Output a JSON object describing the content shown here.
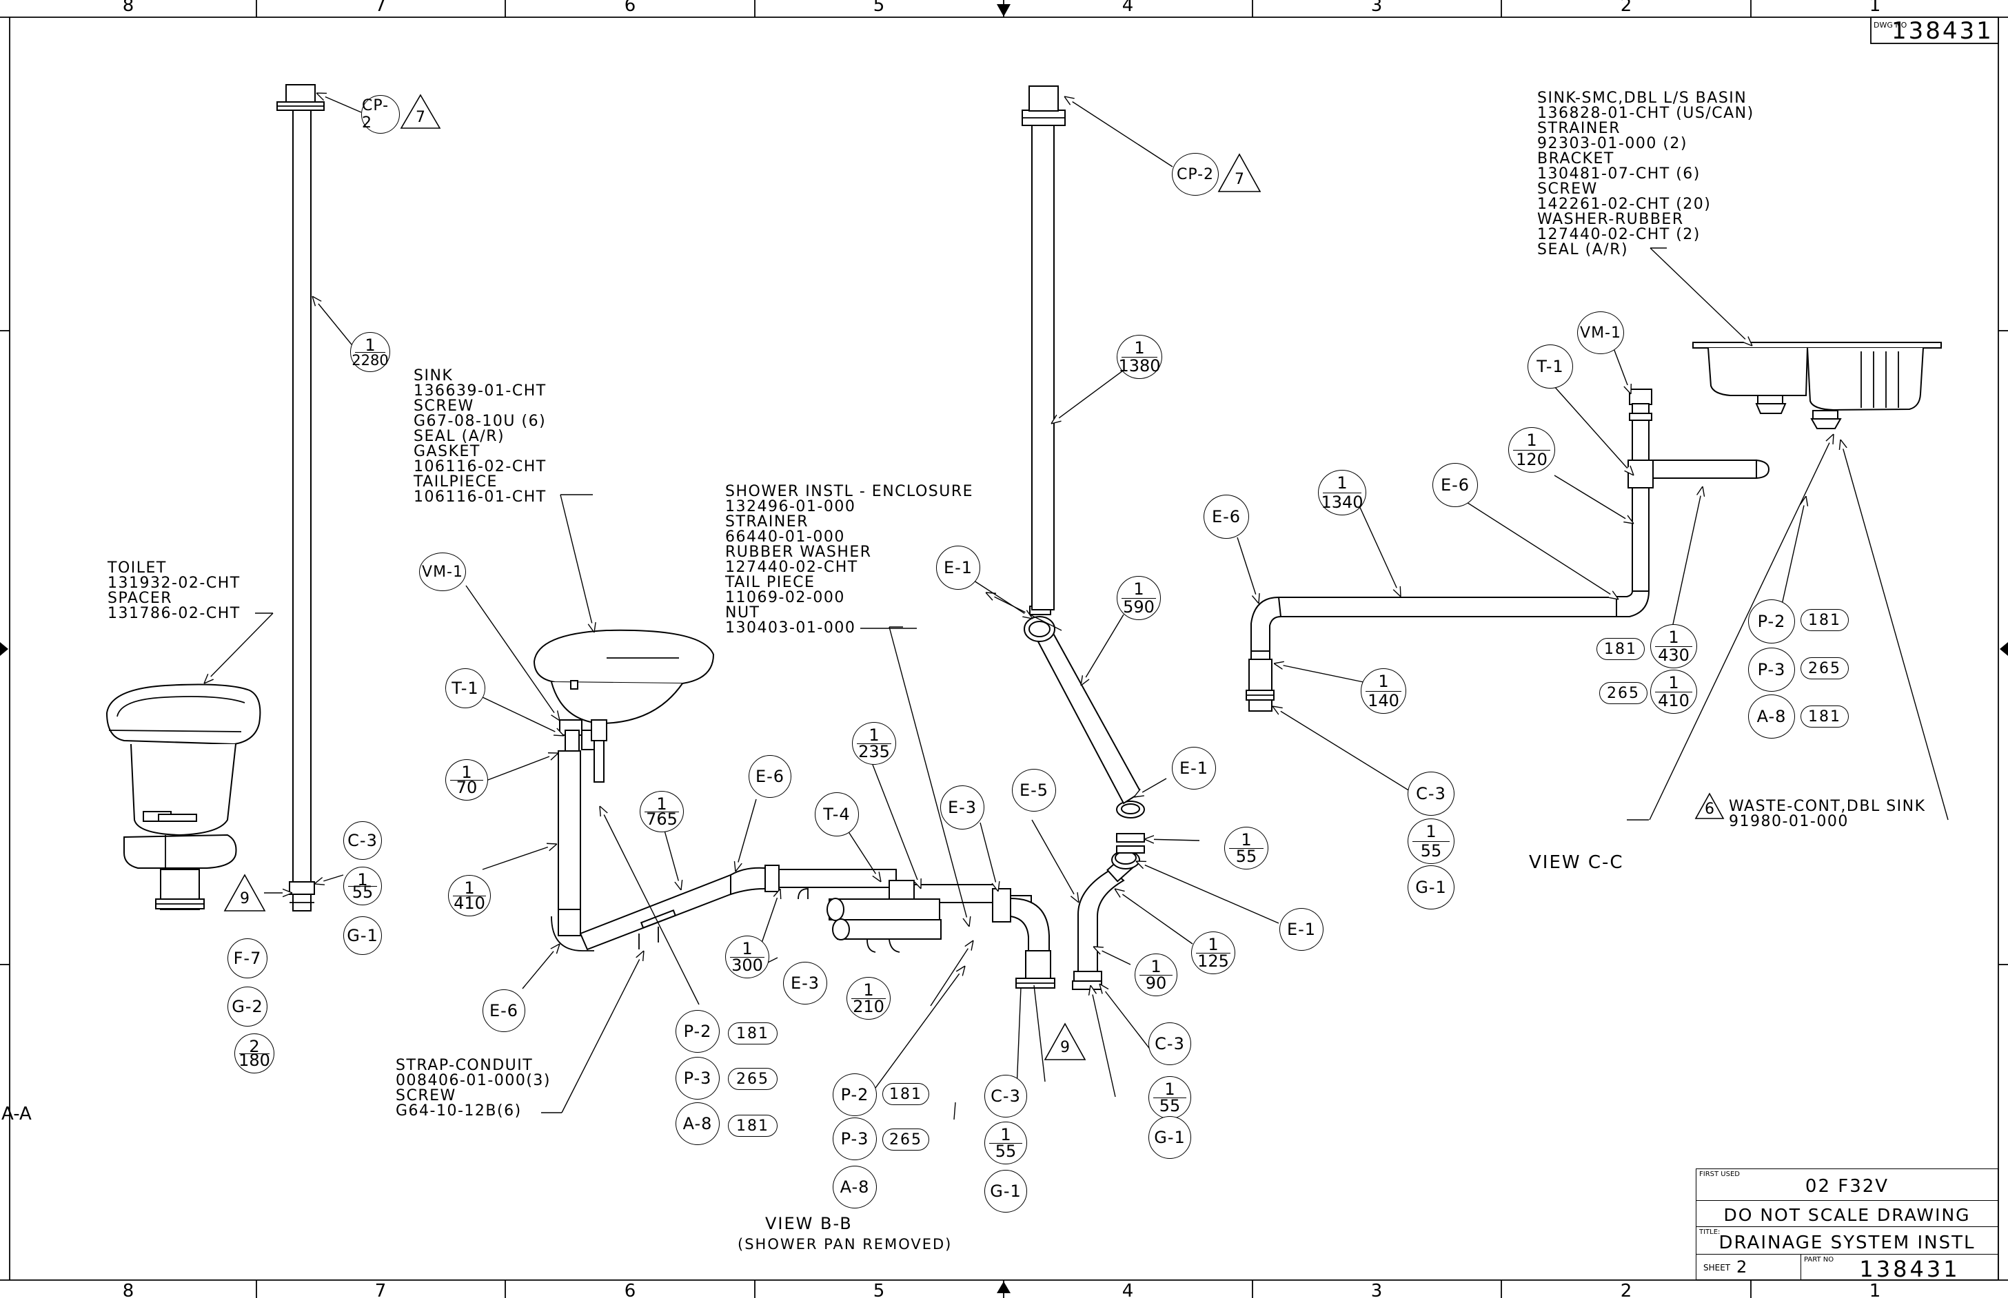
{
  "drawing": {
    "dwg_no_label": "DWG NO",
    "dwg_no": "138431",
    "zones_top": [
      "8",
      "7",
      "6",
      "5",
      "4",
      "3",
      "2",
      "1"
    ],
    "zones_bottom": [
      "8",
      "7",
      "6",
      "5",
      "4",
      "3",
      "2",
      "1"
    ],
    "side_letter_left": "A-A"
  },
  "notes": {
    "toilet": [
      "TOILET",
      "131932-02-CHT",
      "SPACER",
      "131786-02-CHT"
    ],
    "sink": [
      "SINK",
      "136639-01-CHT",
      "SCREW",
      "G67-08-10U (6)",
      "SEAL (A/R)",
      "GASKET",
      "106116-02-CHT",
      "TAILPIECE",
      "106116-01-CHT"
    ],
    "shower": [
      "SHOWER INSTL - ENCLOSURE",
      "132496-01-000",
      "STRAINER",
      "66440-01-000",
      "RUBBER WASHER",
      "127440-02-CHT",
      "TAIL PIECE",
      "11069-02-000",
      "NUT",
      "130403-01-000"
    ],
    "strap": [
      "STRAP-CONDUIT",
      "008406-01-000(3)",
      "SCREW",
      "G64-10-12B(6)"
    ],
    "dbl_sink": [
      "SINK-SMC,DBL L/S BASIN",
      "136828-01-CHT (US/CAN)",
      "STRAINER",
      "92303-01-000 (2)",
      "BRACKET",
      "130481-07-CHT (6)",
      "SCREW",
      "142261-02-CHT (20)",
      "WASHER-RUBBER",
      "127440-02-CHT (2)",
      "SEAL (A/R)"
    ],
    "waste": [
      "WASTE-CONT,DBL SINK",
      "91980-01-000"
    ],
    "waste_flag": "6"
  },
  "views": {
    "bb_title": "VIEW B-B",
    "bb_sub": "(SHOWER PAN REMOVED)",
    "cc_title": "VIEW C-C"
  },
  "bubbles": {
    "cp2_a": "CP-2",
    "flag7_a": "7",
    "pipe2280_n": "1",
    "pipe2280_l": "2280",
    "c3_a": "C-3",
    "p55_a_n": "1",
    "p55_a_l": "55",
    "g1_a": "G-1",
    "flag9_a": "9",
    "f7": "F-7",
    "g2": "G-2",
    "p180_n": "2",
    "p180_l": "180",
    "vm1_a": "VM-1",
    "t1_a": "T-1",
    "p70_n": "1",
    "p70_l": "70",
    "p410_a_n": "1",
    "p410_a_l": "410",
    "e6_a": "E-6",
    "p765_n": "1",
    "p765_l": "765",
    "e6_b": "E-6",
    "p235_n": "1",
    "p235_l": "235",
    "t4": "T-4",
    "e3_a": "E-3",
    "e5": "E-5",
    "p300_n": "1",
    "p300_l": "300",
    "e3_b": "E-3",
    "p210_n": "1",
    "p210_l": "210",
    "p2_a": "P-2",
    "p2_a_tag": "181",
    "p3_a": "P-3",
    "p3_a_tag": "265",
    "a8_a": "A-8",
    "a8_a_tag": "181",
    "p2_b": "P-2",
    "p2_b_tag": "181",
    "p3_b": "P-3",
    "p3_b_tag": "265",
    "a8_b": "A-8",
    "c3_b": "C-3",
    "p55_b_n": "1",
    "p55_b_l": "55",
    "g1_b": "G-1",
    "flag9_b": "9",
    "p90_n": "1",
    "p90_l": "90",
    "p125_n": "1",
    "p125_l": "125",
    "c3_c": "C-3",
    "p55_c_n": "1",
    "p55_c_l": "55",
    "g1_c": "G-1",
    "e1_c": "E-1",
    "p55_d_n": "1",
    "p55_d_l": "55",
    "e1_b": "E-1",
    "e1_a": "E-1",
    "p590_n": "1",
    "p590_l": "590",
    "p1380_n": "1",
    "p1380_l": "1380",
    "cp2_b": "CP-2",
    "flag7_b": "7",
    "e6_c": "E-6",
    "p1340_n": "1",
    "p1340_l": "1340",
    "e6_d": "E-6",
    "p120_n": "1",
    "p120_l": "120",
    "t1_b": "T-1",
    "vm1_b": "VM-1",
    "p140_n": "1",
    "p140_l": "140",
    "p430_tag": "181",
    "p430_n": "1",
    "p430_l": "430",
    "p410_b_tag": "265",
    "p410_b_n": "1",
    "p410_b_l": "410",
    "c3_d": "C-3",
    "p55_e_n": "1",
    "p55_e_l": "55",
    "g1_d": "G-1",
    "p2_c": "P-2",
    "p2_c_tag": "181",
    "p3_c": "P-3",
    "p3_c_tag": "265",
    "a8_c": "A-8",
    "a8_c_tag": "181"
  },
  "title_block": {
    "first_used_label": "FIRST USED",
    "first_used": "02 F32V",
    "notice": "DO NOT SCALE DRAWING",
    "title_label": "TITLE:",
    "title": "DRAINAGE SYSTEM INSTL",
    "sheet_label": "SHEET",
    "sheet": "2",
    "part_no_label": "PART NO",
    "part_no": "138431"
  }
}
